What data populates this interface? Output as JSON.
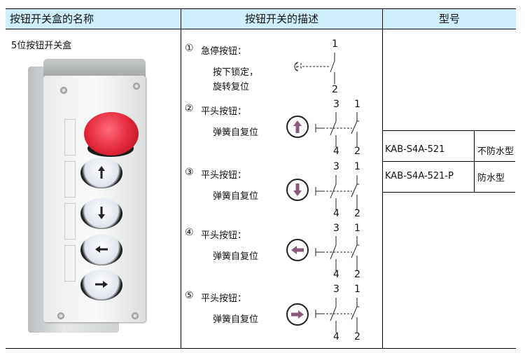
{
  "header": {
    "col1": "按钮开关盒的名称",
    "col2": "按钮开关的描述",
    "col3": "型号"
  },
  "product": {
    "name": "5位按钮开关盒"
  },
  "items": [
    {
      "index": "①",
      "title": "急停按钮：",
      "desc1": "按下锁定，",
      "desc2": "旋转复位",
      "top": "1",
      "bottom": "2"
    },
    {
      "index": "②",
      "title": "平头按钮：",
      "desc1": "弹簧自复位",
      "t1": "3",
      "t2": "1",
      "b1": "4",
      "b2": "2",
      "arrow": "up-arrow-icon"
    },
    {
      "index": "③",
      "title": "平头按钮：",
      "desc1": "弹簧自复位",
      "t1": "3",
      "t2": "1",
      "b1": "4",
      "b2": "2",
      "arrow": "down-arrow-icon"
    },
    {
      "index": "④",
      "title": "平头按钮：",
      "desc1": "弹簧自复位",
      "t1": "3",
      "t2": "1",
      "b1": "4",
      "b2": "2",
      "arrow": "left-arrow-icon"
    },
    {
      "index": "⑤",
      "title": "平头按钮：",
      "desc1": "弹簧自复位",
      "t1": "3",
      "t2": "1",
      "b1": "4",
      "b2": "2",
      "arrow": "right-arrow-icon"
    }
  ],
  "models": [
    {
      "code": "KAB-S4A-521",
      "type": "不防水型"
    },
    {
      "code": "KAB-S4A-521-P",
      "type": "防水型"
    }
  ],
  "colors": {
    "header_bg": "#cdeefa",
    "arrow_purple": "#8a5a7e",
    "estop_red": "#e3263a"
  }
}
